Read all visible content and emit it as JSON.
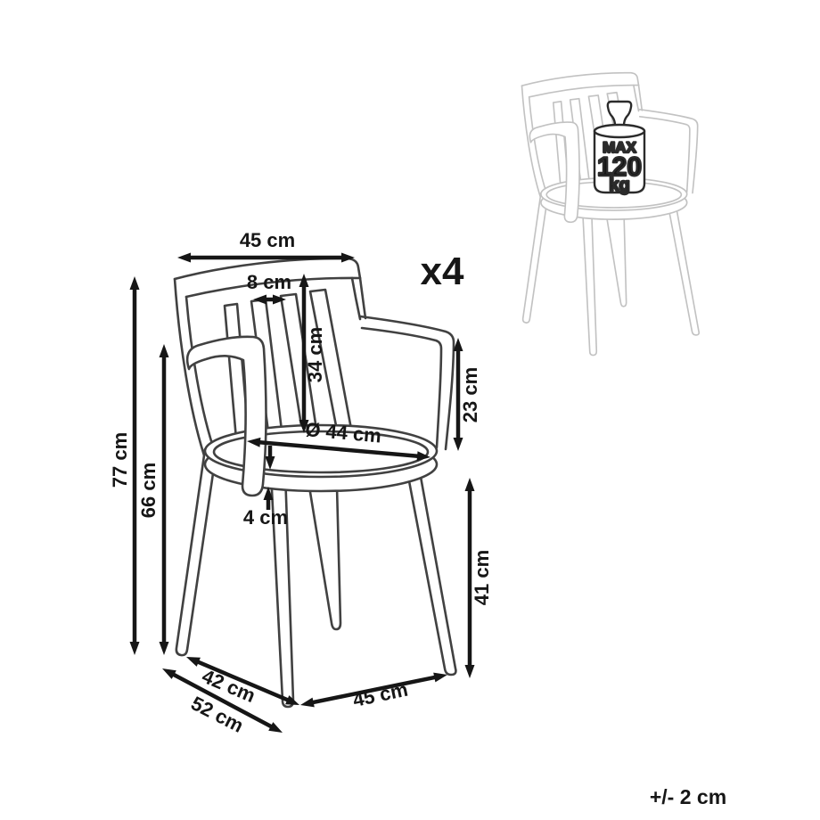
{
  "diagram": {
    "title": "armchair-dimension-diagram",
    "quantity": "x4",
    "tolerance": "+/- 2 cm",
    "max_load": {
      "line1": "MAX",
      "line2": "120",
      "line3": "kg"
    },
    "dimensions": {
      "back_width": "45 cm",
      "slat_gap": "8 cm",
      "back_height": "34 cm",
      "armrest_above_seat": "23 cm",
      "total_height": "77 cm",
      "armrest_height": "66 cm",
      "seat_diameter": "Ø 44 cm",
      "seat_thickness": "4 cm",
      "leg_height": "41 cm",
      "depth_upper": "42 cm",
      "depth_total": "52 cm",
      "front_width": "45 cm"
    },
    "colors": {
      "dimension_ink": "#161616",
      "main_chair_line": "#414141",
      "ghost_chair_line": "#c2c2c2",
      "background": "#ffffff"
    }
  }
}
